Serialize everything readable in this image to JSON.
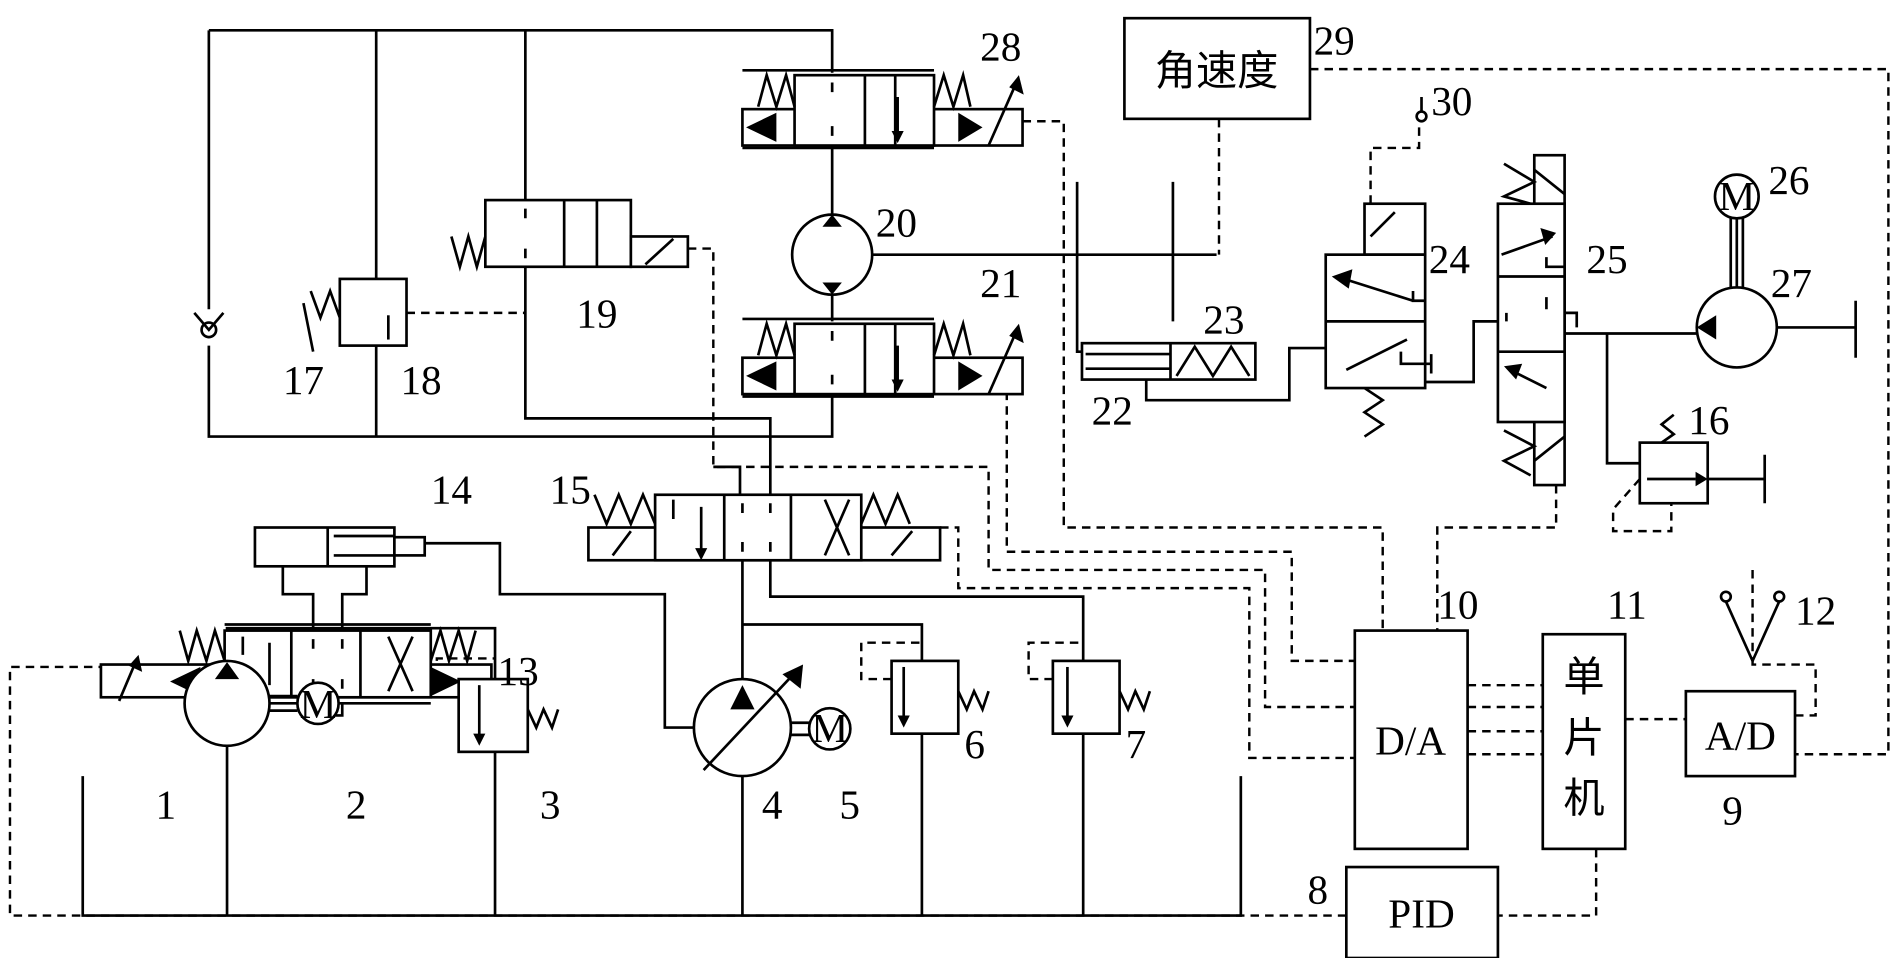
{
  "labels": {
    "n1": "1",
    "n2": "2",
    "n3": "3",
    "n4": "4",
    "n5": "5",
    "n6": "6",
    "n7": "7",
    "n8": "8",
    "n9": "9",
    "n10": "10",
    "n11": "11",
    "n12": "12",
    "n13": "13",
    "n14": "14",
    "n15": "15",
    "n16": "16",
    "n17": "17",
    "n18": "18",
    "n19": "19",
    "n20": "20",
    "n21": "21",
    "n22": "22",
    "n23": "23",
    "n24": "24",
    "n25": "25",
    "n26": "26",
    "n27": "27",
    "n28": "28",
    "n29": "29",
    "n30": "30"
  },
  "boxes": {
    "angular_velocity": "角速度",
    "da": "D/A",
    "mcu": [
      "单",
      "片",
      "机"
    ],
    "ad": "A/D",
    "pid": "PID",
    "motor": "M"
  }
}
